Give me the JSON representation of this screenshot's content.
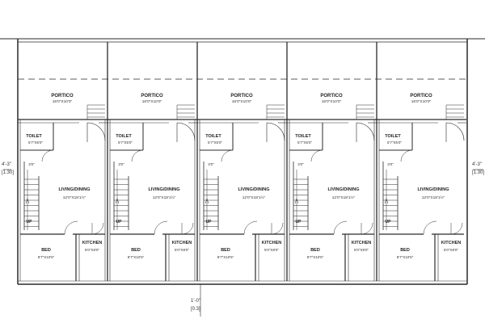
{
  "drawing": {
    "line_color": "#2a2a2a",
    "background": "#ffffff",
    "units": [
      {
        "portico": "PORTICO",
        "portico_size": "16'0\"X10'0\"",
        "toilet": "TOILET",
        "toilet_size": "5'7\"X5'0\"",
        "stair_gap": "3'0\"",
        "living": "LIVING/DINING",
        "living_size": "12'0\"X18'1½\"",
        "up": "UP",
        "bed": "BED",
        "bed_size": "9'7\"X10'5\"",
        "kitchen": "KITCHEN",
        "kitchen_size": "5'0\"X8'0\""
      },
      {
        "portico": "PORTICO",
        "portico_size": "16'0\"X10'0\"",
        "toilet": "TOILET",
        "toilet_size": "5'7\"X5'0\"",
        "stair_gap": "3'0\"",
        "living": "LIVING/DINING",
        "living_size": "12'0\"X18'1½\"",
        "up": "UP",
        "bed": "BED",
        "bed_size": "9'7\"X10'5\"",
        "kitchen": "KITCHEN",
        "kitchen_size": "5'0\"X8'0\""
      },
      {
        "portico": "PORTICO",
        "portico_size": "16'0\"X10'0\"",
        "toilet": "TOILET",
        "toilet_size": "5'7\"X5'0\"",
        "stair_gap": "3'0\"",
        "living": "LIVING/DINING",
        "living_size": "12'0\"X18'1½\"",
        "up": "UP",
        "bed": "BED",
        "bed_size": "9'7\"X10'5\"",
        "kitchen": "KITCHEN",
        "kitchen_size": "5'0\"X8'0\""
      },
      {
        "portico": "PORTICO",
        "portico_size": "16'0\"X10'0\"",
        "toilet": "TOILET",
        "toilet_size": "5'7\"X5'0\"",
        "stair_gap": "3'0\"",
        "living": "LIVING/DINING",
        "living_size": "12'0\"X18'1½\"",
        "up": "UP",
        "bed": "BED",
        "bed_size": "9'7\"X10'5\"",
        "kitchen": "KITCHEN",
        "kitchen_size": "5'0\"X8'0\""
      },
      {
        "portico": "PORTICO",
        "portico_size": "16'0\"X10'0\"",
        "toilet": "TOILET",
        "toilet_size": "5'7\"X5'0\"",
        "stair_gap": "3'0\"",
        "living": "LIVING/DINING",
        "living_size": "12'0\"X18'1½\"",
        "up": "UP",
        "bed": "BED",
        "bed_size": "9'7\"X10'5\"",
        "kitchen": "KITCHEN",
        "kitchen_size": "5'0\"X8'0\""
      }
    ],
    "dimensions": {
      "left": "4'-3\"",
      "left_metric": "[1.30]",
      "right": "4'-3\"",
      "right_metric": "[1.30]",
      "bottom": "1'-0\"",
      "bottom_metric": "[0.3]"
    }
  }
}
